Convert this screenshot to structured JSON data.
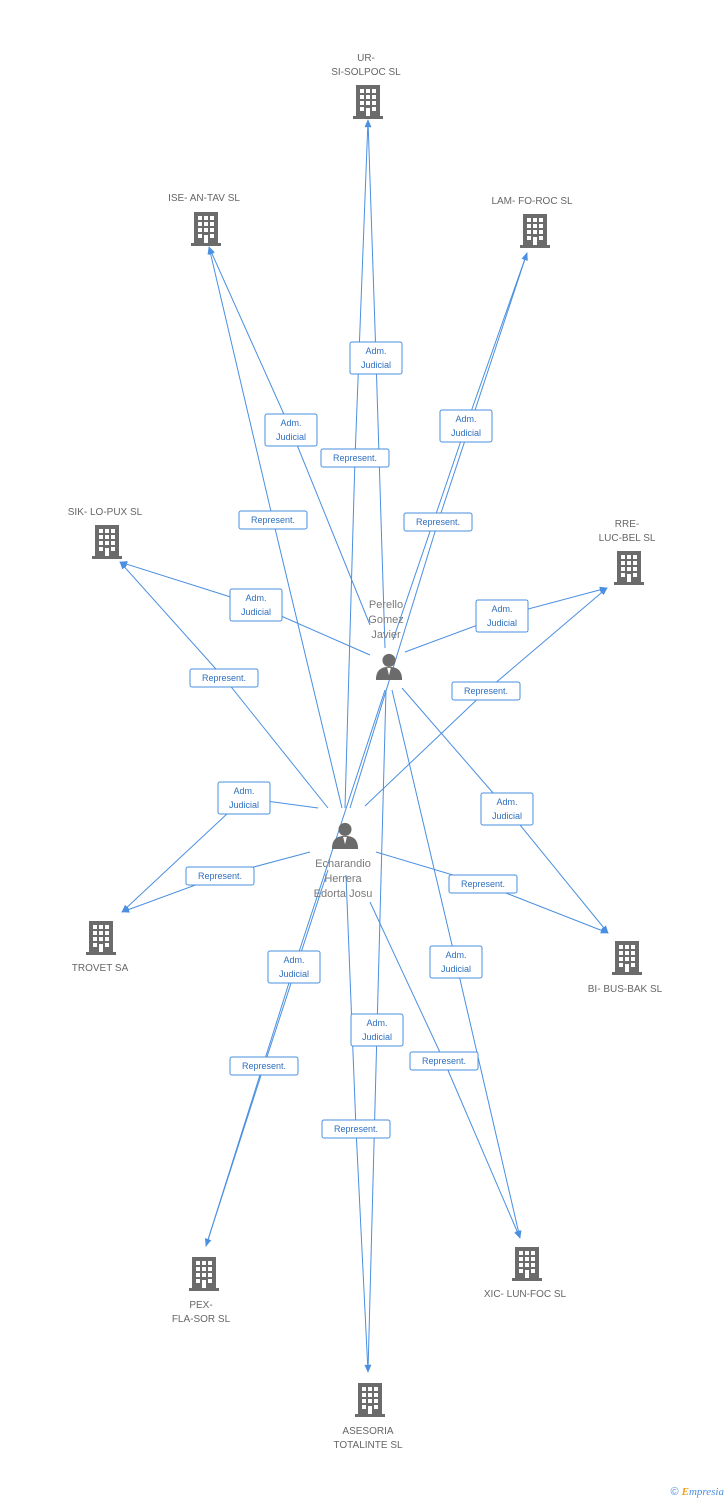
{
  "people": [
    {
      "id": "perello",
      "lines": [
        "Perello",
        "Gomez",
        "Javier"
      ]
    },
    {
      "id": "echarandio",
      "lines": [
        "Echarandio",
        "Herrera",
        "Edorta Josu"
      ]
    }
  ],
  "companies": [
    {
      "id": "ur",
      "lines": [
        "UR-",
        "SI-SOLPOC SL"
      ]
    },
    {
      "id": "ise",
      "lines": [
        "ISE- AN-TAV SL"
      ]
    },
    {
      "id": "lam",
      "lines": [
        "LAM- FO-ROC SL"
      ]
    },
    {
      "id": "sik",
      "lines": [
        "SIK- LO-PUX SL"
      ]
    },
    {
      "id": "rre",
      "lines": [
        "RRE-",
        "LUC-BEL SL"
      ]
    },
    {
      "id": "trovet",
      "lines": [
        "TROVET SA"
      ]
    },
    {
      "id": "bi",
      "lines": [
        "BI- BUS-BAK SL"
      ]
    },
    {
      "id": "pex",
      "lines": [
        "PEX-",
        "FLA-SOR SL"
      ]
    },
    {
      "id": "xic",
      "lines": [
        "XIC- LUN-FOC SL"
      ]
    },
    {
      "id": "asesoria",
      "lines": [
        "ASESORIA",
        "TOTALINTE SL"
      ]
    }
  ],
  "edges": [
    {
      "from": "perello",
      "to": "ur",
      "label": [
        "Adm.",
        "Judicial"
      ]
    },
    {
      "from": "perello",
      "to": "ise",
      "label": [
        "Adm.",
        "Judicial"
      ]
    },
    {
      "from": "perello",
      "to": "lam",
      "label": [
        "Adm.",
        "Judicial"
      ]
    },
    {
      "from": "perello",
      "to": "sik",
      "label": [
        "Adm.",
        "Judicial"
      ]
    },
    {
      "from": "perello",
      "to": "rre",
      "label": [
        "Adm.",
        "Judicial"
      ]
    },
    {
      "from": "perello",
      "to": "bi",
      "label": [
        "Adm.",
        "Judicial"
      ]
    },
    {
      "from": "perello",
      "to": "pex",
      "label": [
        "Adm.",
        "Judicial"
      ]
    },
    {
      "from": "perello",
      "to": "xic",
      "label": [
        "Adm.",
        "Judicial"
      ]
    },
    {
      "from": "perello",
      "to": "asesoria",
      "label": [
        "Adm.",
        "Judicial"
      ]
    },
    {
      "from": "echarandio",
      "to": "ur",
      "label": [
        "Represent."
      ]
    },
    {
      "from": "echarandio",
      "to": "ise",
      "label": [
        "Represent."
      ]
    },
    {
      "from": "echarandio",
      "to": "lam",
      "label": [
        "Represent."
      ]
    },
    {
      "from": "echarandio",
      "to": "sik",
      "label": [
        "Represent."
      ]
    },
    {
      "from": "echarandio",
      "to": "rre",
      "label": [
        "Represent."
      ]
    },
    {
      "from": "echarandio",
      "to": "trovet",
      "label": [
        "Adm.",
        "Judicial"
      ]
    },
    {
      "from": "echarandio",
      "to": "trovet",
      "label": [
        "Represent."
      ]
    },
    {
      "from": "echarandio",
      "to": "bi",
      "label": [
        "Represent."
      ]
    },
    {
      "from": "echarandio",
      "to": "pex",
      "label": [
        "Represent."
      ]
    },
    {
      "from": "echarandio",
      "to": "xic",
      "label": [
        "Represent."
      ]
    },
    {
      "from": "echarandio",
      "to": "asesoria",
      "label": [
        "Represent."
      ]
    }
  ],
  "footer": {
    "copyright": "©",
    "brand_initial": "E",
    "brand_rest": "mpresia"
  }
}
